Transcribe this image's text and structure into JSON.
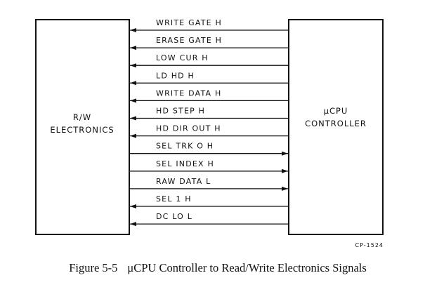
{
  "diagram": {
    "left_block": {
      "lines": [
        "R/W",
        "ELECTRONICS"
      ]
    },
    "right_block": {
      "lines": [
        "μCPU",
        "CONTROLLER"
      ]
    },
    "signals": [
      {
        "label": "WRITE GATE H",
        "direction": "to-left"
      },
      {
        "label": "ERASE GATE H",
        "direction": "to-left"
      },
      {
        "label": "LOW CUR H",
        "direction": "to-left"
      },
      {
        "label": "LD HD H",
        "direction": "to-left"
      },
      {
        "label": "WRITE DATA H",
        "direction": "to-left"
      },
      {
        "label": "HD STEP H",
        "direction": "to-left"
      },
      {
        "label": "HD DIR OUT H",
        "direction": "to-left"
      },
      {
        "label": "SEL TRK O H",
        "direction": "to-right"
      },
      {
        "label": "SEL INDEX H",
        "direction": "to-right"
      },
      {
        "label": "RAW DATA L",
        "direction": "to-right"
      },
      {
        "label": "SEL 1 H",
        "direction": "to-left"
      },
      {
        "label": "DC LO L",
        "direction": "to-left"
      }
    ],
    "drawing_code": "CP-1524",
    "line_color": "#111111"
  },
  "caption": {
    "number": "Figure 5-5",
    "text": "μCPU Controller to Read/Write Electronics Signals"
  }
}
